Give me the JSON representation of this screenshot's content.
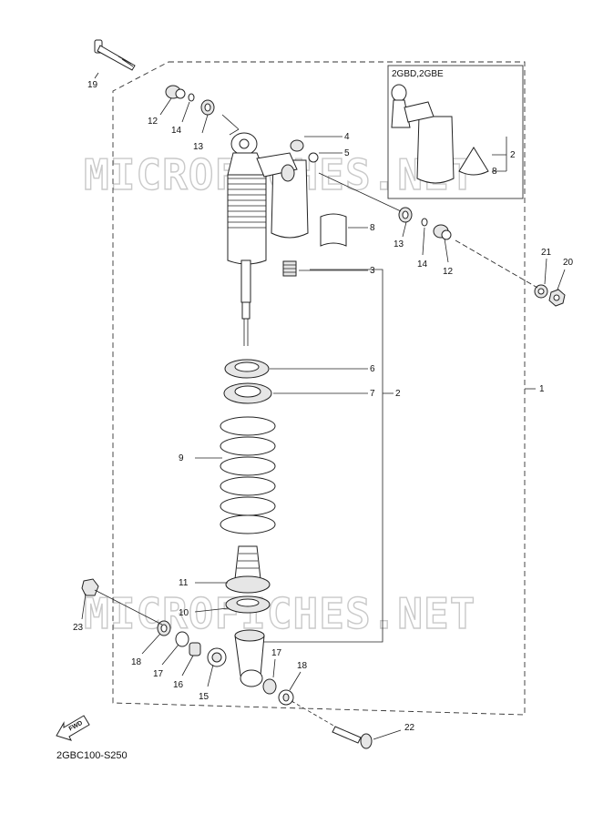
{
  "diagram_code": "2GBC100-S250",
  "inset_title": "2GBD,2GBE",
  "fwd_label": "FWD",
  "watermark": "MICROFICHES.NET",
  "callouts": {
    "c1": "1",
    "c2": "2",
    "c3": "3",
    "c4": "4",
    "c5": "5",
    "c6": "6",
    "c7": "7",
    "c8": "8",
    "c9": "9",
    "c10": "10",
    "c11": "11",
    "c12a": "12",
    "c12b": "12",
    "c13a": "13",
    "c13b": "13",
    "c14a": "14",
    "c14b": "14",
    "c15": "15",
    "c16": "16",
    "c17a": "17",
    "c17b": "17",
    "c18a": "18",
    "c18b": "18",
    "c19": "19",
    "c20": "20",
    "c21": "21",
    "c22": "22",
    "c23": "23",
    "c7b": "2",
    "inset2": "2",
    "inset8": "8"
  }
}
